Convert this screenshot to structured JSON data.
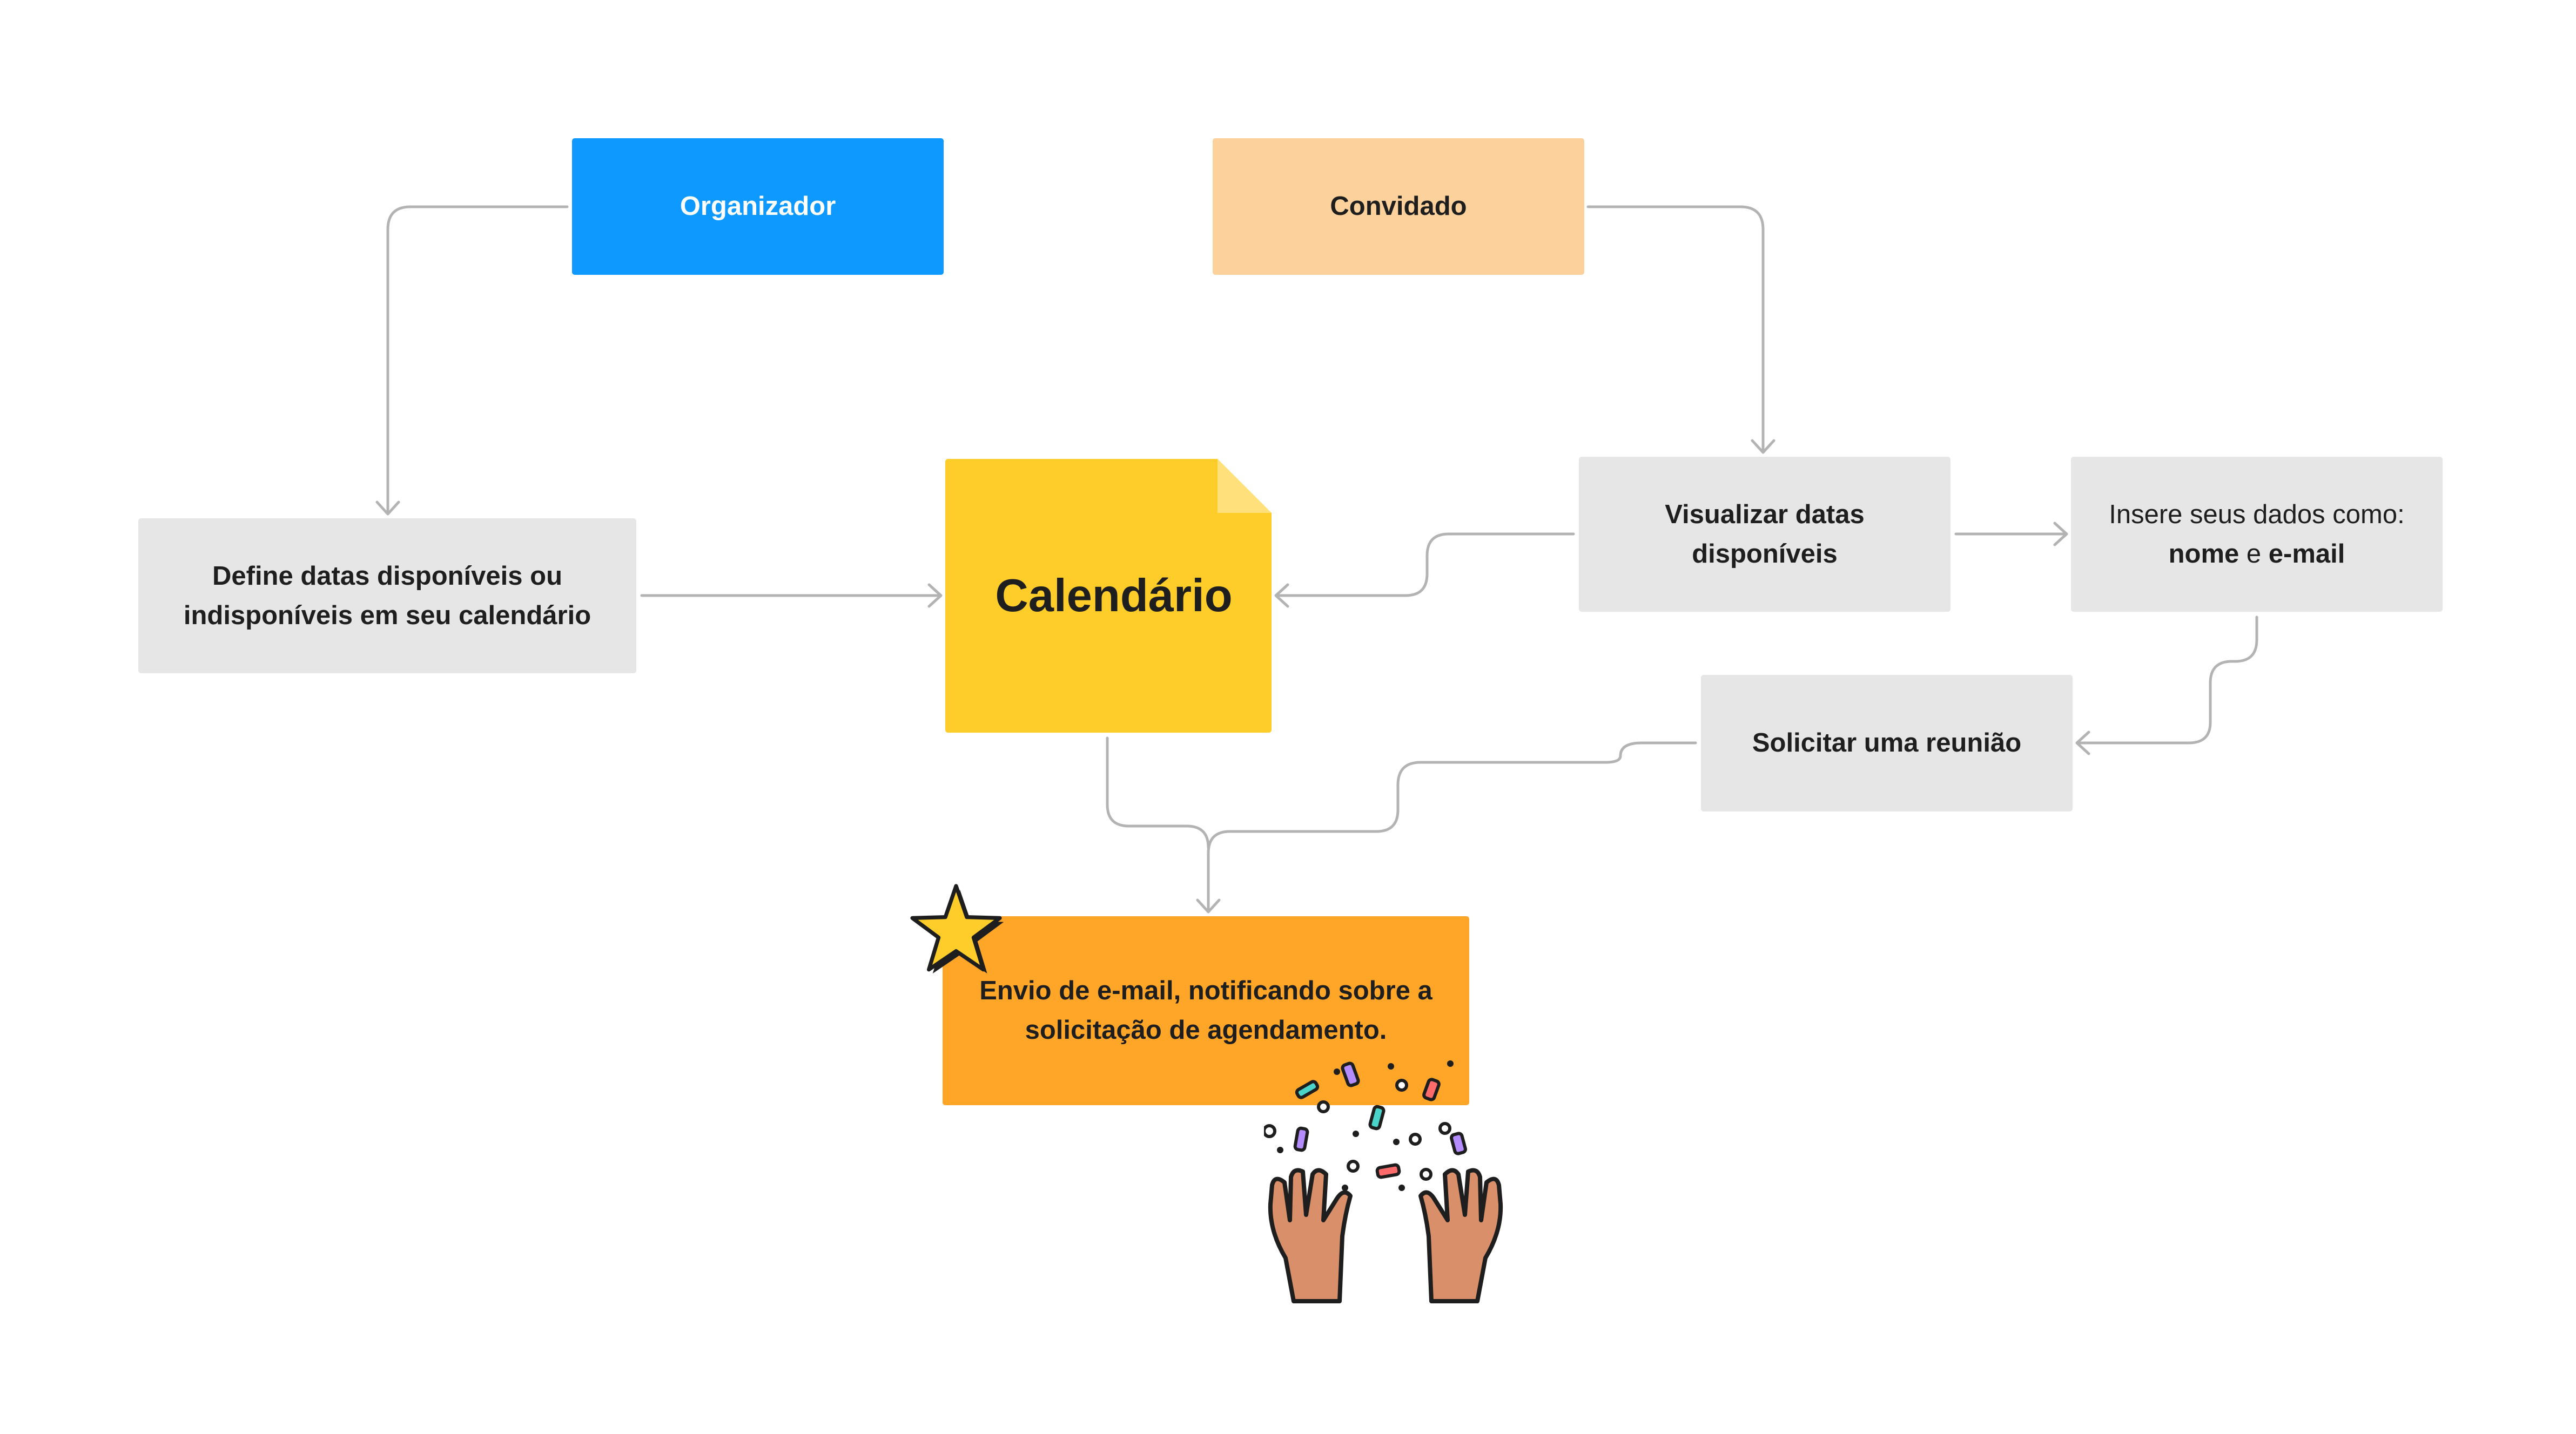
{
  "nodes": {
    "organizer": "Organizador",
    "guest": "Convidado",
    "define_dates": {
      "line1": "Define datas disponíveis ou",
      "line2": "indisponíveis em seu calendário"
    },
    "calendar": "Calendário",
    "view_dates": {
      "line1": "Visualizar datas",
      "line2": "disponíveis"
    },
    "insert_data": {
      "line1": "Insere seus dados como:",
      "name": "nome",
      "joiner": " e ",
      "email": "e-mail"
    },
    "request_meeting": "Solicitar uma reunião",
    "email_notification": {
      "line1": "Envio de e-mail, notificando sobre a",
      "line2": "solicitação de agendamento."
    }
  },
  "colors": {
    "organizer": "#0d99ff",
    "guest": "#fcd19c",
    "step": "#e6e6e6",
    "calendar": "#ffcd29",
    "notification": "#ffa629",
    "connector": "#b3b3b3",
    "text": "#1e1e1e"
  },
  "icons": [
    "star-icon",
    "confetti-hands-icon",
    "document-fold-icon"
  ]
}
